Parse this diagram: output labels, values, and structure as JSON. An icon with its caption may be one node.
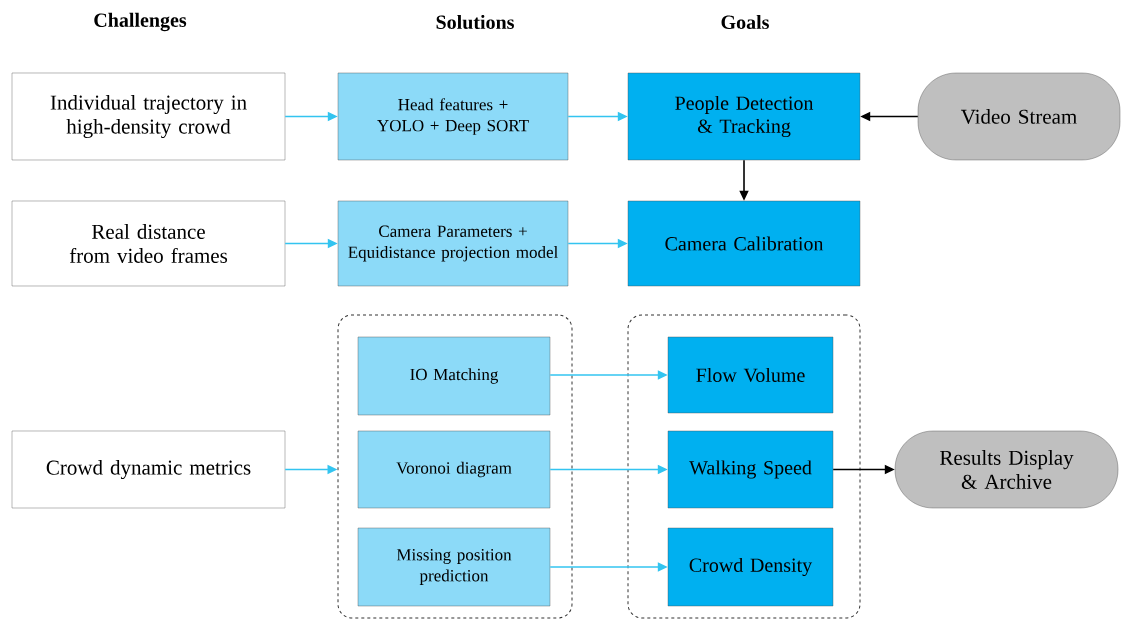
{
  "diagram": {
    "nodes": [
      {
        "text": [
          "Individual trajectory in high-density crowd"
        ]
      },
      {
        "text": [
          "Head features + YOLO + Deep SORT"
        ]
      },
      {
        "text": [
          "People Detection & Tracking"
        ]
      },
      {
        "text": [
          "Video Stream"
        ]
      },
      {
        "text": [
          "Real distance from video frames"
        ]
      },
      {
        "text": [
          "Camera Parameters + Equidistance projection model"
        ]
      },
      {
        "text": [
          "Camera Calibration"
        ]
      },
      {
        "text": [],
        "shape": "box"
      },
      {
        "text": [
          "IO Matching"
        ],
        "in": 7
      },
      {
        "text": [
          "Voronoi diagram"
        ],
        "in": 7
      },
      {
        "text": [
          "Missing position prediction"
        ],
        "in": 7
      },
      {
        "text": [],
        "shape": "box"
      },
      {
        "text": [
          "Flow Volume"
        ],
        "in": 11
      },
      {
        "text": [
          "Walking Speed"
        ],
        "in": 11
      },
      {
        "text": [
          "Crowd Density"
        ],
        "in": 11
      },
      {
        "text": [
          "Crowd dynamic metrics"
        ]
      },
      {
        "text": [
          "Results Display & Archive"
        ]
      }
    ],
    "edges": [
      {
        "from": 0,
        "to": 1,
        "arrow": "to"
      },
      {
        "from": 1,
        "to": 2,
        "arrow": "to"
      },
      {
        "from": 3,
        "to": 2,
        "arrow": "to",
        "color": "#000000"
      },
      {
        "from": 2,
        "to": 6,
        "arrow": "to",
        "color": "#000000"
      },
      {
        "from": 4,
        "to": 5,
        "arrow": "to"
      },
      {
        "from": 5,
        "to": 6,
        "arrow": "to"
      },
      {
        "from": 15,
        "to": 7,
        "arrow": "to"
      },
      {
        "from": 8,
        "to": 12,
        "arrow": "to"
      },
      {
        "from": 9,
        "to": 13,
        "arrow": "to"
      },
      {
        "from": 10,
        "to": 14,
        "arrow": "to"
      },
      {
        "from": 13,
        "to": 16,
        "arrow": "to",
        "color": "#000000"
      }
    ],
    "labels": [
      "Challenges",
      "Solutions",
      "Goals"
    ]
  }
}
